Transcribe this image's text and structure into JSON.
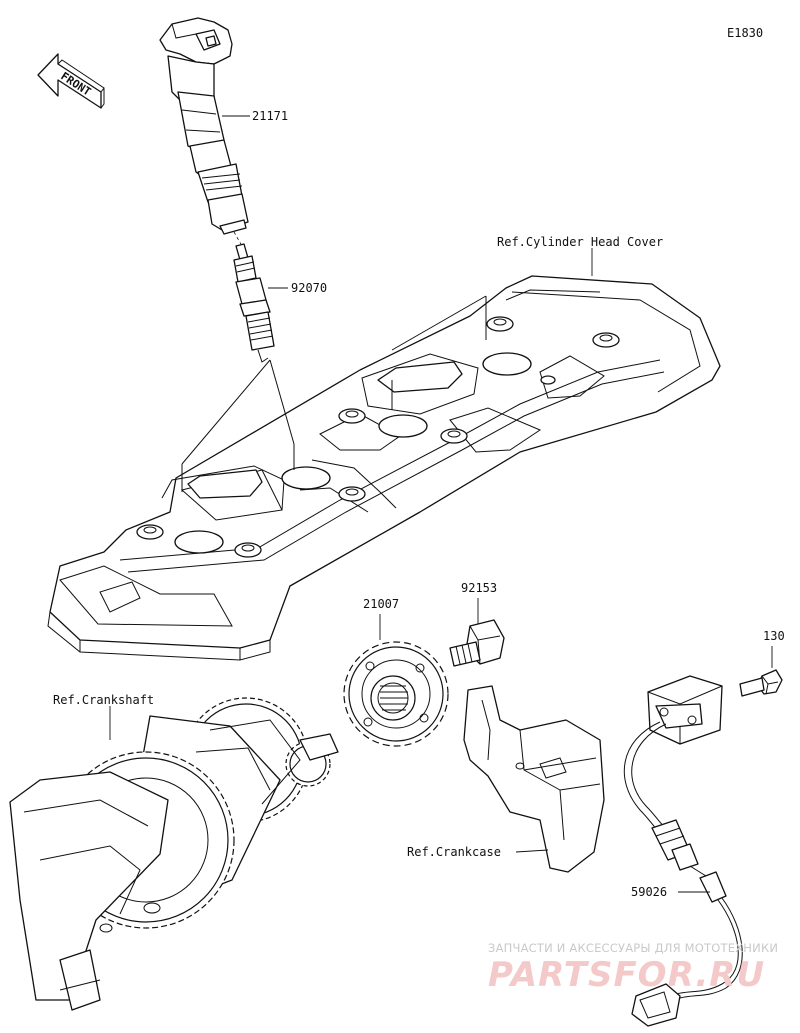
{
  "diagram_code": "E1830",
  "front_marker": "FRONT",
  "parts": [
    {
      "id": "ignition-coil",
      "number": "21171"
    },
    {
      "id": "spark-plug",
      "number": "92070"
    },
    {
      "id": "timing-rotor",
      "number": "21007"
    },
    {
      "id": "rotor-bolt",
      "number": "92153"
    },
    {
      "id": "sensor-bolt",
      "number": "130"
    },
    {
      "id": "crankshaft-sensor",
      "number": "59026"
    }
  ],
  "references": {
    "cylinder_head_cover": "Ref.Cylinder Head Cover",
    "crankshaft": "Ref.Crankshaft",
    "crankcase": "Ref.Crankcase"
  },
  "watermark": {
    "tagline": "ЗАПЧАСТИ И АКСЕССУАРЫ ДЛЯ МОТОТЕХНИКИ",
    "brand": "PARTSFOR.RU"
  }
}
